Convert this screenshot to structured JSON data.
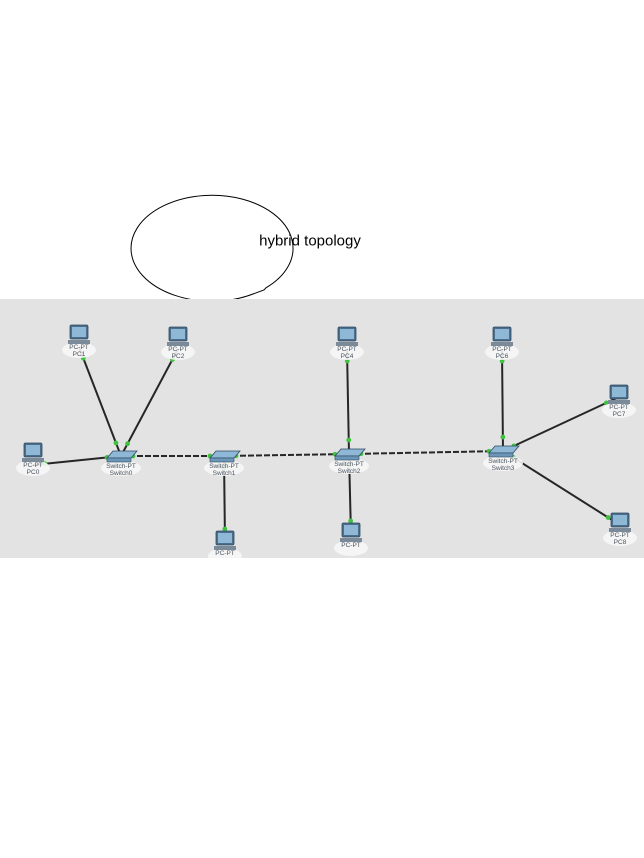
{
  "callout": {
    "text": "hybrid topology"
  },
  "network": {
    "switches": [
      {
        "id": "s0",
        "model": "Switch-PT",
        "name": "Switch0"
      },
      {
        "id": "s1",
        "model": "Switch-PT",
        "name": "Switch1"
      },
      {
        "id": "s2",
        "model": "Switch-PT",
        "name": "Switch2"
      },
      {
        "id": "s3",
        "model": "Switch-PT",
        "name": "Switch3"
      }
    ],
    "pcs": [
      {
        "id": "pc0",
        "model": "PC-PT",
        "name": "PC0"
      },
      {
        "id": "pc1",
        "model": "PC-PT",
        "name": "PC1"
      },
      {
        "id": "pc2",
        "model": "PC-PT",
        "name": "PC2"
      },
      {
        "id": "pc3",
        "model": "PC-PT",
        "name": ""
      },
      {
        "id": "pc4",
        "model": "PC-PT",
        "name": "PC4"
      },
      {
        "id": "pc5",
        "model": "PC-PT",
        "name": ""
      },
      {
        "id": "pc6",
        "model": "PC-PT",
        "name": "PC6"
      },
      {
        "id": "pc7",
        "model": "PC-PT",
        "name": "PC7"
      },
      {
        "id": "pc8",
        "model": "PC-PT",
        "name": "PC8"
      }
    ],
    "links": [
      {
        "from": "pc0",
        "to": "s0",
        "type": "straight"
      },
      {
        "from": "pc1",
        "to": "s0",
        "type": "straight"
      },
      {
        "from": "pc2",
        "to": "s0",
        "type": "straight"
      },
      {
        "from": "s0",
        "to": "s1",
        "type": "crossover"
      },
      {
        "from": "s1",
        "to": "pc3",
        "type": "straight"
      },
      {
        "from": "s1",
        "to": "s2",
        "type": "crossover"
      },
      {
        "from": "pc4",
        "to": "s2",
        "type": "straight"
      },
      {
        "from": "s2",
        "to": "pc5",
        "type": "straight"
      },
      {
        "from": "s2",
        "to": "s3",
        "type": "crossover"
      },
      {
        "from": "pc6",
        "to": "s3",
        "type": "straight"
      },
      {
        "from": "s3",
        "to": "pc7",
        "type": "straight"
      },
      {
        "from": "s3",
        "to": "pc8",
        "type": "straight"
      }
    ],
    "colors": {
      "background": "#e3e3e3",
      "link": "#262626",
      "port_light": "#3fc23f",
      "device": "#6b96b8"
    }
  }
}
